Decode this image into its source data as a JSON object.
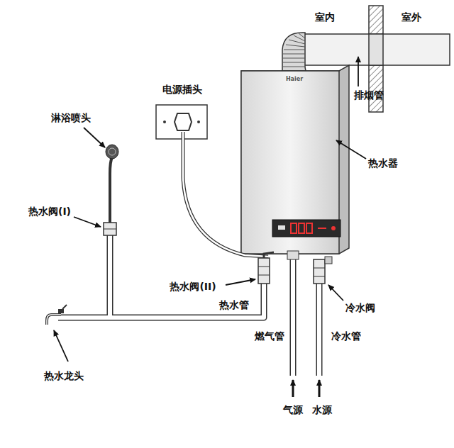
{
  "diagram": {
    "labels": [
      "室内",
      "室外",
      "排烟管",
      "电源插头",
      "淋浴喷头",
      "Haier",
      "热水器",
      "热水阀(I)",
      "热水阀(II)",
      "热水管",
      "冷水阀",
      "热水龙头",
      "燃气管",
      "冷水管",
      "气源",
      "水源"
    ]
  }
}
